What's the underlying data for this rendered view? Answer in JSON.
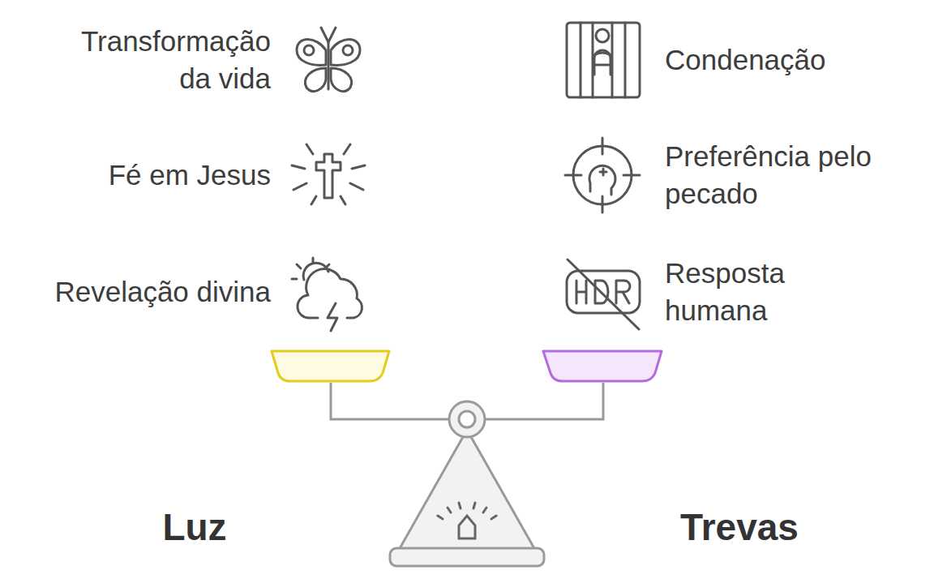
{
  "diagram": {
    "labels": [
      "Transformação da vida",
      "Condenação",
      "Fé em Jesus",
      "Preferência pelo pecado",
      "Revelação divina",
      "Resposta humana",
      "Luz",
      "Trevas"
    ]
  }
}
